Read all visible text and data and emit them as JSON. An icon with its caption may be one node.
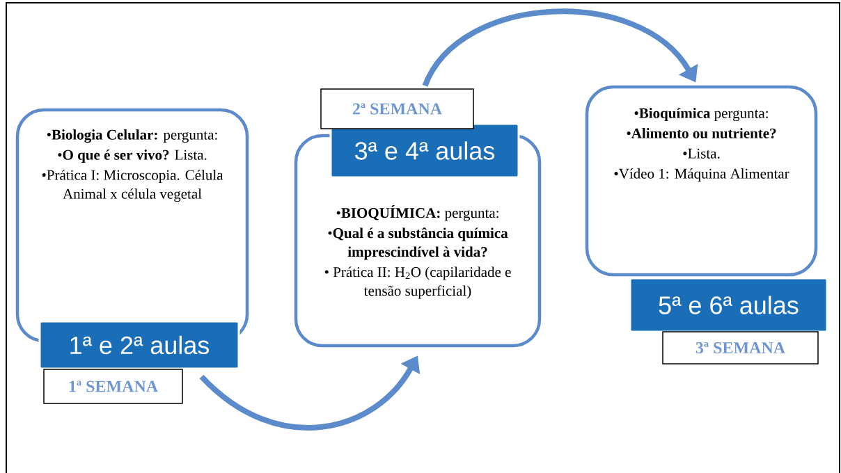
{
  "diagram": {
    "nodes": [
      {
        "text": [
          "•**Biologia Celular:** pergunta:",
          "•**O que é ser vivo?** Lista.",
          "•Prática I: Microscopia. Célula Animal x célula vegetal"
        ]
      },
      {
        "text": [
          "1ª e 2ª aulas"
        ]
      },
      {
        "text": [
          "1ª SEMANA"
        ]
      },
      {
        "text": [
          "2ª SEMANA"
        ]
      },
      {
        "text": [
          "3ª e 4ª aulas"
        ]
      },
      {
        "text": [
          "•**BIOQUÍMICA:** pergunta:",
          "•**Qual é a substância química imprescindível à vida?**",
          "• Prática II: H$_{2}$O (capilaridade e tensão superficial)"
        ]
      },
      {
        "text": [
          "•**Bioquímica** pergunta:",
          "•**Alimento ou nutriente?**",
          "•Lista.",
          "•Vídeo 1: Máquina Alimentar"
        ]
      },
      {
        "text": [
          "5ª e 6ª aulas"
        ]
      },
      {
        "text": [
          "3ª SEMANA"
        ]
      }
    ],
    "edges": [
      {
        "from": 1,
        "to": 5,
        "arrow": "to"
      },
      {
        "from": 3,
        "to": 6,
        "arrow": "to"
      }
    ]
  }
}
